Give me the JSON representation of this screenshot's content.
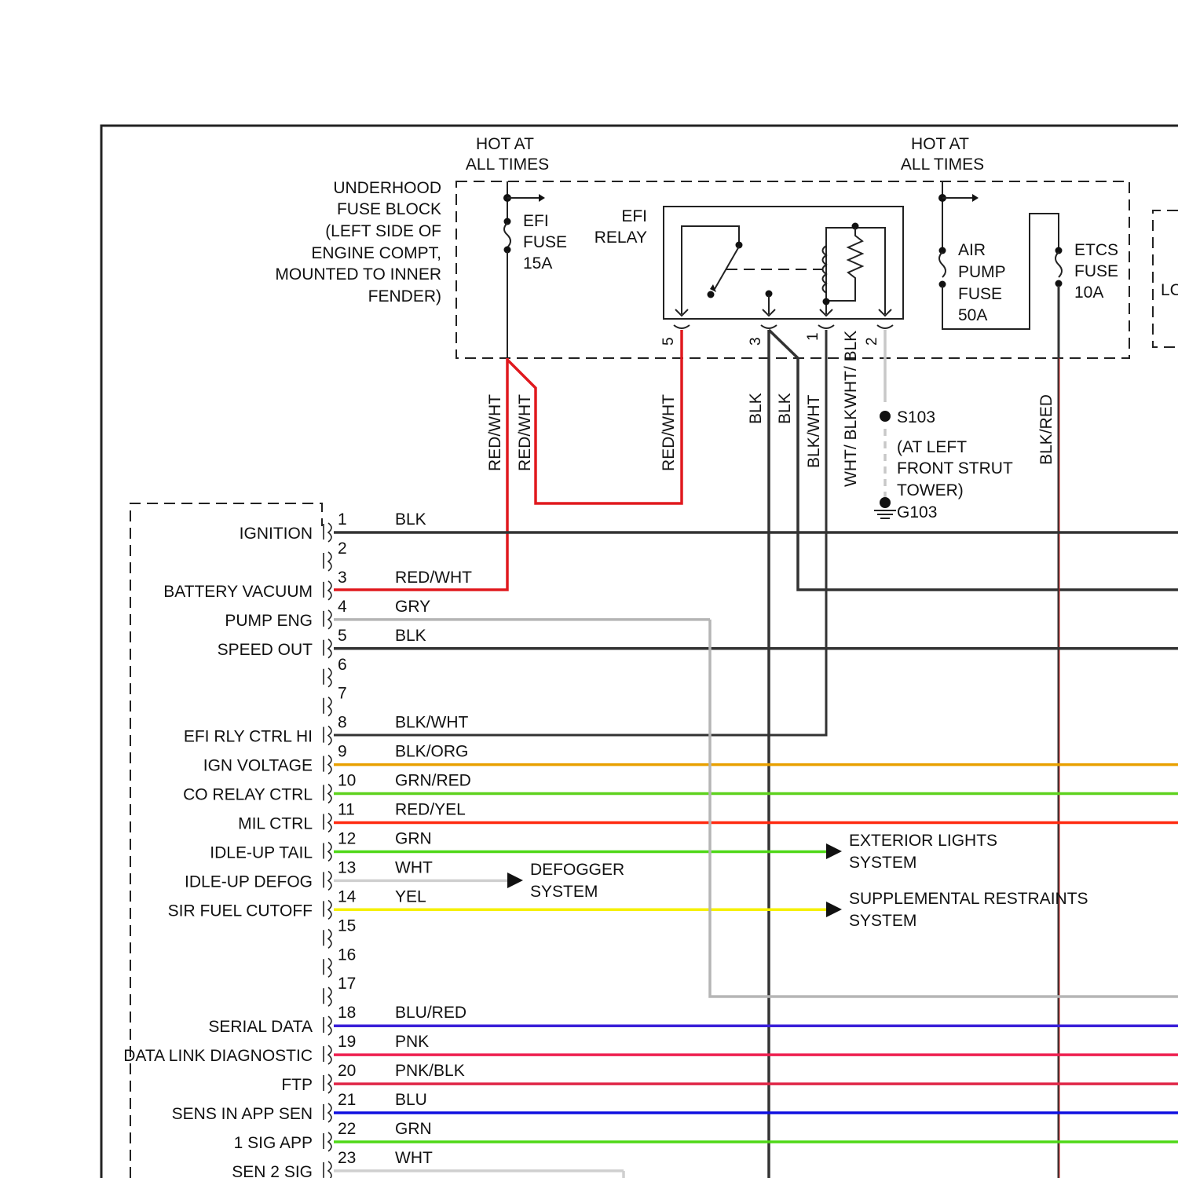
{
  "hot_at_all_times": [
    "HOT AT",
    "ALL TIMES"
  ],
  "underhood": {
    "lines": [
      "UNDERHOOD",
      "FUSE BLOCK",
      "(LEFT SIDE OF",
      "ENGINE COMPT,",
      "MOUNTED TO INNER",
      "FENDER)"
    ]
  },
  "efi_fuse": [
    "EFI",
    "FUSE",
    "15A"
  ],
  "efi_relay": [
    "EFI",
    "RELAY"
  ],
  "relay_pins": [
    "5",
    "3",
    "1",
    "2"
  ],
  "air_pump_fuse": [
    "AIR",
    "PUMP",
    "FUSE",
    "50A"
  ],
  "etcs_fuse": [
    "ETCS",
    "FUSE",
    "10A"
  ],
  "partial_right_label": "LC",
  "vertical_wires": [
    "RED/WHT",
    "RED/WHT",
    "RED/WHT",
    "BLK",
    "BLK",
    "BLK/WHT",
    "WHT/ BLK",
    "WHT/ BLK",
    "BLK/RED"
  ],
  "splice": {
    "id": "S103",
    "location": [
      "(AT LEFT",
      "FRONT STRUT",
      "TOWER)"
    ],
    "ground": "G103"
  },
  "connector_pins": [
    {
      "pin": "1",
      "label": "IGNITION",
      "wire": "BLK",
      "color": "#333333"
    },
    {
      "pin": "2",
      "label": "",
      "wire": "",
      "color": ""
    },
    {
      "pin": "3",
      "label": "BATTERY VACUUM",
      "wire": "RED/WHT",
      "color": "#e0191e"
    },
    {
      "pin": "4",
      "label": "PUMP ENG",
      "wire": "GRY",
      "color": "#b5b5b5"
    },
    {
      "pin": "5",
      "label": "SPEED OUT",
      "wire": "BLK",
      "color": "#333333"
    },
    {
      "pin": "6",
      "label": "",
      "wire": "",
      "color": ""
    },
    {
      "pin": "7",
      "label": "",
      "wire": "",
      "color": ""
    },
    {
      "pin": "8",
      "label": "EFI RLY CTRL HI",
      "wire": "BLK/WHT",
      "color": "#333333"
    },
    {
      "pin": "9",
      "label": "IGN VOLTAGE",
      "wire": "BLK/ORG",
      "color": "#e8a000"
    },
    {
      "pin": "10",
      "label": "CO RELAY CTRL",
      "wire": "GRN/RED",
      "color": "#5fd21e"
    },
    {
      "pin": "11",
      "label": "MIL CTRL",
      "wire": "RED/YEL",
      "color": "#ff2a10"
    },
    {
      "pin": "12",
      "label": "IDLE-UP TAIL",
      "wire": "GRN",
      "color": "#4fd818"
    },
    {
      "pin": "13",
      "label": "IDLE-UP DEFOG",
      "wire": "WHT",
      "color": "#cfcfcf"
    },
    {
      "pin": "14",
      "label": "SIR FUEL CUTOFF",
      "wire": "YEL",
      "color": "#f5f000"
    },
    {
      "pin": "15",
      "label": "",
      "wire": "",
      "color": ""
    },
    {
      "pin": "16",
      "label": "",
      "wire": "",
      "color": ""
    },
    {
      "pin": "17",
      "label": "",
      "wire": "",
      "color": ""
    },
    {
      "pin": "18",
      "label": "SERIAL DATA",
      "wire": "BLU/RED",
      "color": "#3a1fd8"
    },
    {
      "pin": "19",
      "label": "DATA LINK DIAGNOSTIC",
      "wire": "PNK",
      "color": "#ee2050"
    },
    {
      "pin": "20",
      "label": "FTP",
      "wire": "PNK/BLK",
      "color": "#e02848"
    },
    {
      "pin": "21",
      "label": "SENS IN APP SEN",
      "wire": "BLU",
      "color": "#1010e0"
    },
    {
      "pin": "22",
      "label": "1 SIG APP",
      "wire": "GRN",
      "color": "#4fd818"
    },
    {
      "pin": "23",
      "label": "SEN 2 SIG",
      "wire": "WHT",
      "color": "#cfcfcf"
    }
  ],
  "destinations": {
    "exterior": [
      "EXTERIOR LIGHTS",
      "SYSTEM"
    ],
    "defogger": [
      "DEFOGGER",
      "SYSTEM"
    ],
    "sir": [
      "SUPPLEMENTAL RESTRAINTS",
      "SYSTEM"
    ]
  }
}
